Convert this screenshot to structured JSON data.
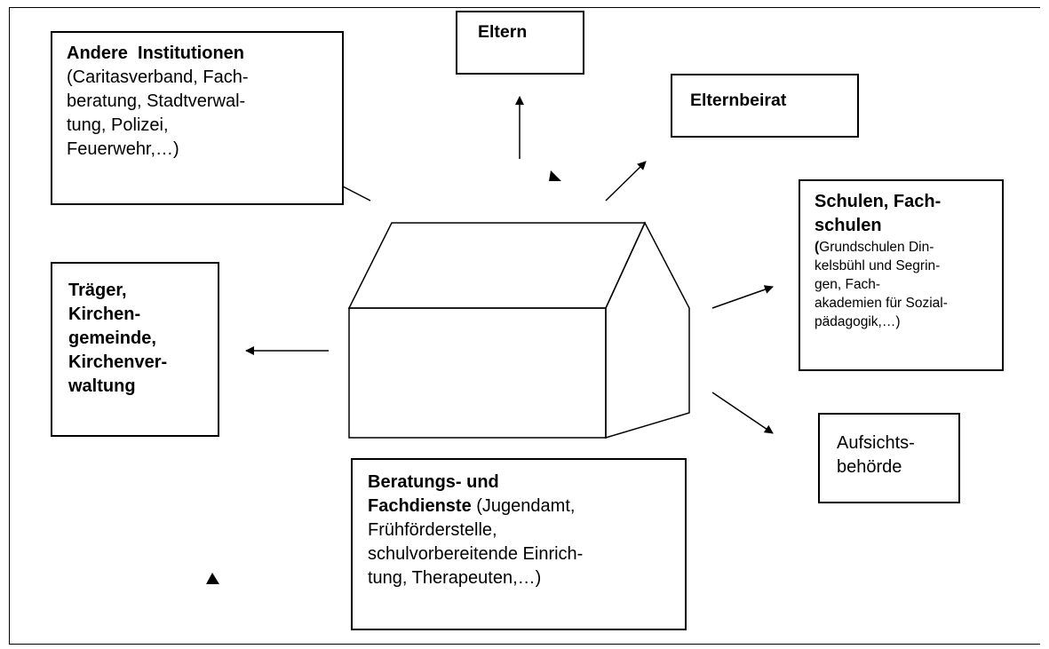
{
  "nodes": {
    "andere": {
      "title": "Andere  Institutionen",
      "lines": [
        "(Caritasverband, Fach-",
        "beratung, Stadtverwal-",
        "tung, Polizei,",
        "Feuerwehr,…)"
      ]
    },
    "eltern": {
      "title": "Eltern"
    },
    "elternbeirat": {
      "title": "Elternbeirat"
    },
    "schulen": {
      "title_lines": [
        "Schulen, Fach-",
        "schulen"
      ],
      "open_paren": "(",
      "first": "Grundschulen Din-",
      "lines": [
        "kelsbühl und Segrin-",
        "gen, Fach-",
        "akademien für Sozial-",
        "pädagogik,…)"
      ]
    },
    "traeger": {
      "title_lines": [
        "Träger,",
        "Kirchen-",
        "gemeinde,",
        "Kirchenver-",
        "waltung"
      ]
    },
    "aufsicht": {
      "lines": [
        "Aufsichts-",
        "behörde"
      ]
    },
    "beratung": {
      "title": "Beratungs- und",
      "title2": "Fachdienste",
      "rest": " (Jugendamt,",
      "lines": [
        "Frühförderstelle,",
        "schulvorbereitende Einrich-",
        "tung, Therapeuten,…)"
      ]
    }
  }
}
